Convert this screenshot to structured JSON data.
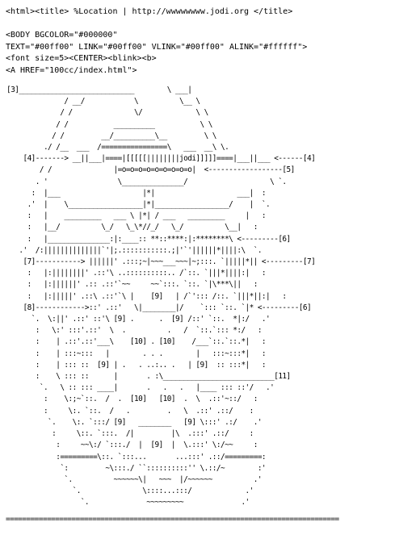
{
  "header": {
    "line1": "<html><title> %Location | http://wwwwwwww.jodi.org </title>",
    "line2": "",
    "line3": "<BODY BGCOLOR=\"#000000\"",
    "line4": "TEXT=\"#00ff00\" LINK=\"#00ff00\" VLINK=\"#00ff00\" ALINK=\"#ffffff\">",
    "line5": "<font size=5><CENTER><blink><b>",
    "line6": "<A HREF=\"100cc/index.html\">"
  },
  "ascii_art": " [3]____________________________        \\ ___|\n               / __/            \\          \\__ \\\n              / /               \\/             \\ \\\n             / /           __________           \\ \\\n            / /         __/__________\\__         \\ \\\n          ./ /__  ___  /================\\   ___  __\\ \\.\n     [4]-------> __||___|====|[[[[[||||||||jodi]]]]]====|___||___ <------[4]\n         / /               |=o=o=o=o=o=o=o=o=o|  <------------------[5]\n        . '                 \\_______________/                    \\ `.\n       :  |___                    |*|                    ___|  :\n      .'  |    \\__________________|*|__________________/    |  `.\n      :   |    _________   ___ \\ |*| / ___   _________     |   :\n      :   |__/          \\_/   \\_\\*//_/   \\_/          \\__|   :\n      :   |_______________:|:____:: **::****:|:********\\ <---------[6]\n    .'  /:||||||||||||||`'|;.:::::::::::.;|'`'||||||*||||:\\  `.\n     [7]-----------> ||||||' .:::;~|~~~___~~~|~;:::. `|||||*|| <---------[7]\n      :   |:||||||||' .::'\\ ..::::::::::.. /`::. `|||*||||:|   :\n      :   |:||||||' .:: .::'`~~     ~~`:::. `::. `|\\***\\||   :\n      :   |:|||||' .::\\ .::'`\\ |    [9]   | /`'::: /::. `|||*||:|   :\n     [8]------------>::' .::'   \\|________|/    `::: `::. `|* <---------[6]\n       `.  \\:||' .::' ::'\\ [9] .      .  [9] /::' `::.  *|:/   .'\n        :   \\:' :::'.::'  \\  .          .   /  `::.`::: *:/   :\n        :    | .::'.::'___\\    [10] . [10]    /___`::.`::.*|   :\n        :    | :::~:::   |        . . .        |   :::~:::*|   :\n        :    | ::: ::  [9] | .   . ..:.. .   | [9]  :: :::*|   :\n        :    \\ ::: ::      |       . :\\___________________________[11]\n         `.   \\ :: ::: ____|       .   .   .   |____ ::: ::'/   .'\n          :    \\:;~`::.  /  .  [10]   [10]  .  \\  .::'~::/   :\n          :     \\:. `::.  /   .         .   \\  .::' .::/    :\n           `.    \\:. `:::/ [9]   ________   [9] \\:::' .:/    .'\n            :     \\::. `:::.  /|         |\\  .:::' .::/     :\n             :     ~~\\:/ `:::./  |  [9]  |  \\.:::' \\:/~~     :\n             :=========\\::. `:::...       ...:::' .::/=========:\n              `:         ~\\:::./ ``::::::::::'' \\.::/~        :'\n               `.          ~~~~~~\\|   ~~~  |/~~~~~~          .'\n                 `.               \\::::...:::/             .'\n                   `.              ~~~~~~~~~              .'",
  "footer_rule": "================================================================================="
}
